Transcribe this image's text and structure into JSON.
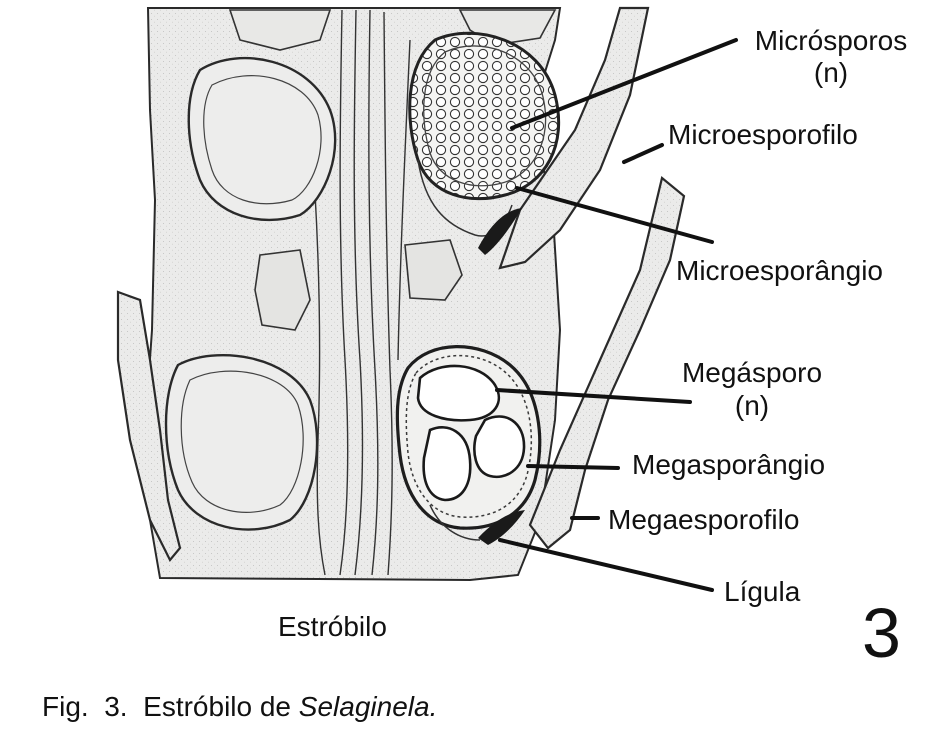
{
  "labels": {
    "microsporos_line1": "Micrósporos",
    "microsporos_line2": "(n)",
    "microesporofilo": "Microesporofilo",
    "microesporangio": "Microesporângio",
    "megasporo_line1": "Megásporo",
    "megasporo_line2": "(n)",
    "megasporangio": "Megasporângio",
    "megaesporofilo": "Megaesporofilo",
    "ligula": "Lígula",
    "estrobilo": "Estróbilo"
  },
  "figure_number": "3",
  "caption": {
    "prefix": "Fig.  3.  Estróbilo de ",
    "species": "Selaginela."
  },
  "colors": {
    "tissue": "#ebebea",
    "outline": "#2a2a2a",
    "dark_fill": "#1a1a1a",
    "background": "#ffffff"
  }
}
